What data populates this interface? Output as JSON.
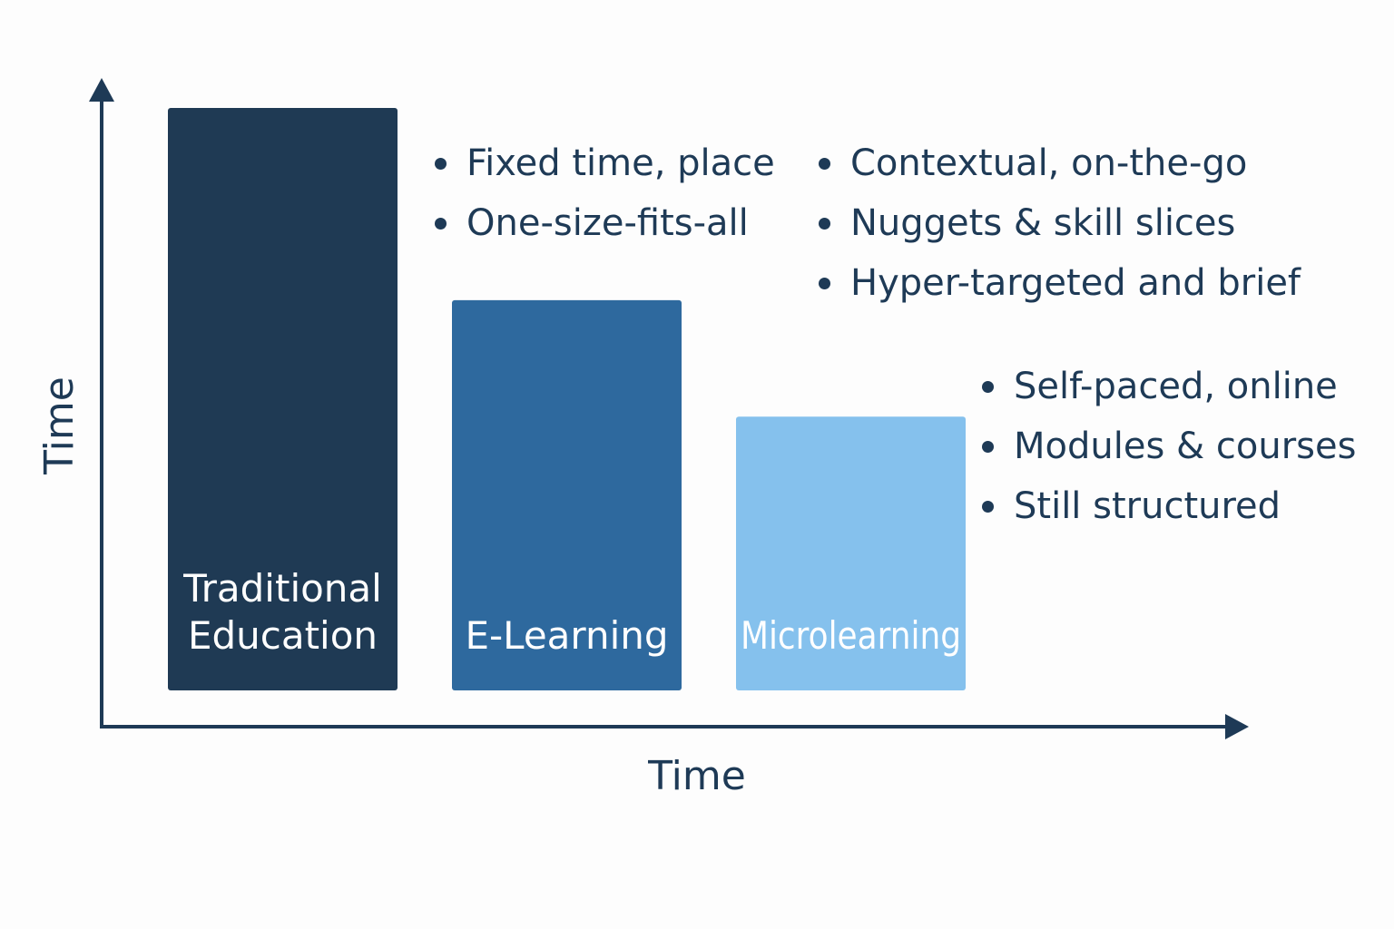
{
  "chart_data": {
    "type": "bar",
    "categories": [
      "Traditional Education",
      "E-Learning",
      "Microlearning"
    ],
    "category_lines": [
      [
        "Traditional",
        "Education"
      ],
      [
        "E-Learning"
      ],
      [
        "Microlearning"
      ]
    ],
    "values": [
      100,
      67,
      47
    ],
    "ylim": [
      0,
      100
    ],
    "xlabel": "Time",
    "ylabel": "Time",
    "grid": false,
    "axes_with_arrows": true,
    "bar_colors": [
      "#1f3a54",
      "#2e699e",
      "#85c1ed"
    ],
    "label_color": "#ffffff",
    "axis_color": "#1e3a56",
    "annotations": [
      {
        "category": "Traditional Education",
        "bullets": [
          "Fixed time, place",
          "One-size-fits-all"
        ]
      },
      {
        "category": "Microlearning",
        "bullets": [
          "Contextual, on-the-go",
          "Nuggets & skill slices",
          "Hyper-targeted and brief"
        ]
      },
      {
        "category": "E-Learning",
        "bullets": [
          "Self-paced, online",
          "Modules & courses",
          "Still structured"
        ]
      }
    ]
  }
}
